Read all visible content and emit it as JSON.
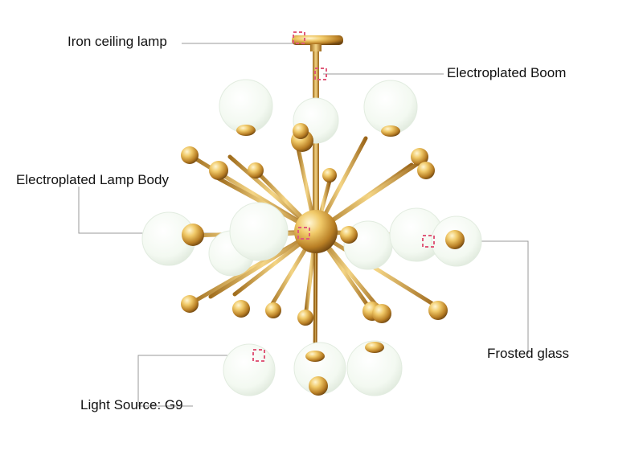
{
  "callouts": {
    "ceiling_lamp": "Iron ceiling lamp",
    "boom": "Electroplated Boom",
    "lamp_body": "Electroplated Lamp Body",
    "frosted_glass": "Frosted glass",
    "light_source": "Light Source: G9"
  },
  "colors": {
    "gold_light": "#fbe7a6",
    "gold_mid": "#d9a94c",
    "gold_dark": "#8a5a14",
    "glass": "#f6fbf4",
    "leader_line": "#9a9a9a",
    "marker": "#e05a7a"
  }
}
